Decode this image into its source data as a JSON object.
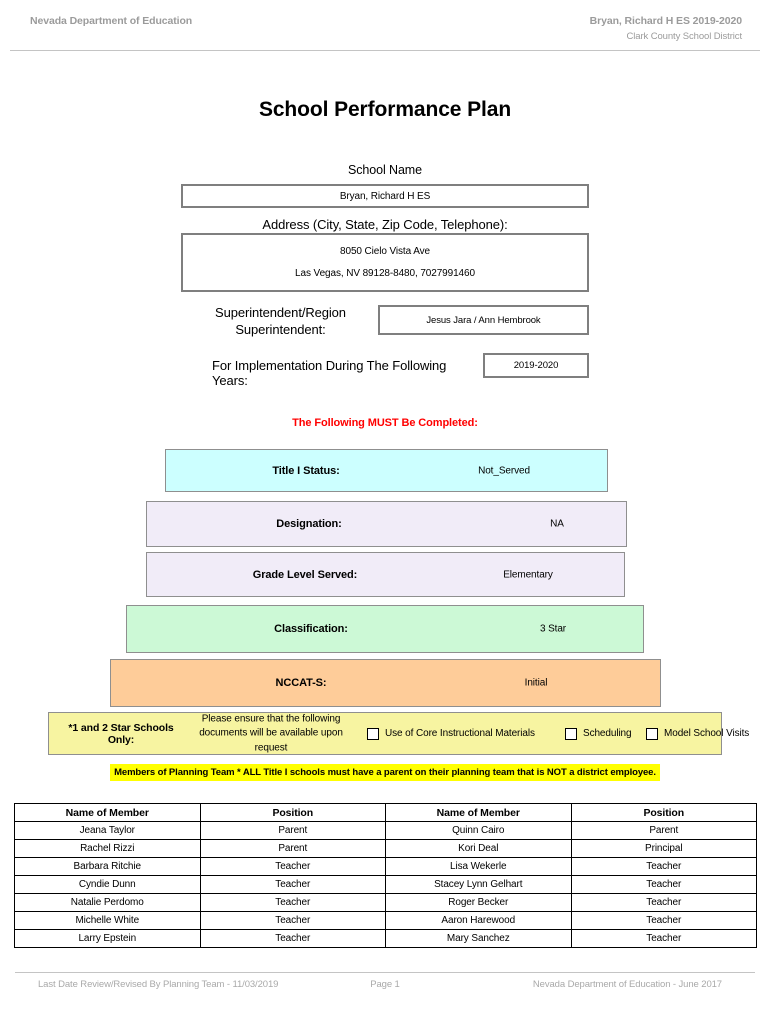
{
  "header": {
    "left": "Nevada Department of Education",
    "right_line1": "Bryan, Richard H ES  2019-2020",
    "right_line2": "Clark County School District"
  },
  "title": "School Performance Plan",
  "form": {
    "school_name_label": "School Name",
    "school_name_value": "Bryan, Richard H ES",
    "address_label": "Address (City, State, Zip Code, Telephone):",
    "address_line1": "8050 Cielo Vista Ave",
    "address_line2": "Las Vegas, NV  89128-8480, 7027991460",
    "superintendent_label": "Superintendent/Region Superintendent:",
    "superintendent_value": "Jesus Jara / Ann Hembrook",
    "implementation_label": "For Implementation During The Following Years:",
    "implementation_value": "2019-2020"
  },
  "must_complete_notice": "The Following MUST Be Completed:",
  "status_rows": [
    {
      "label": "Title I Status:",
      "value": "Not_Served",
      "color": "#ccffff"
    },
    {
      "label": "Designation:",
      "value": "NA",
      "color": "#f1ecf8"
    },
    {
      "label": "Grade Level Served:",
      "value": "Elementary",
      "color": "#f1ecf8"
    },
    {
      "label": "Classification:",
      "value": "3 Star",
      "color": "#ccf9d6"
    },
    {
      "label": "NCCAT-S:",
      "value": "Initial",
      "color": "#fecc99"
    }
  ],
  "star_schools_box": {
    "label": "*1 and 2 Star Schools Only:",
    "description_line1": "Please ensure that the following",
    "description_line2": "documents will be available upon request",
    "checkboxes": [
      {
        "label": "Use of Core Instructional Materials",
        "checked": false
      },
      {
        "label": "Scheduling",
        "checked": false
      },
      {
        "label": "Model School Visits",
        "checked": false
      }
    ]
  },
  "planning_team_notice": "Members of Planning Team * ALL Title I schools must have a parent on their planning team that is NOT a district employee.",
  "members_table": {
    "headers": [
      "Name of Member",
      "Position",
      "Name of Member",
      "Position"
    ],
    "rows": [
      [
        "Jeana Taylor",
        "Parent",
        "Quinn Cairo",
        "Parent"
      ],
      [
        "Rachel Rizzi",
        "Parent",
        "Kori Deal",
        "Principal"
      ],
      [
        "Barbara Ritchie",
        "Teacher",
        "Lisa Wekerle",
        "Teacher"
      ],
      [
        "Cyndie Dunn",
        "Teacher",
        "Stacey Lynn Gelhart",
        "Teacher"
      ],
      [
        "Natalie Perdomo",
        "Teacher",
        "Roger Becker",
        "Teacher"
      ],
      [
        "Michelle White",
        "Teacher",
        "Aaron Harewood",
        "Teacher"
      ],
      [
        "Larry Epstein",
        "Teacher",
        "Mary Sanchez",
        "Teacher"
      ]
    ]
  },
  "footer": {
    "left": "Last Date Review/Revised By Planning Team - 11/03/2019",
    "center": "Page 1",
    "right": "Nevada Department of Education - June 2017"
  },
  "colors": {
    "notice_red": "#ff0000",
    "highlight_yellow": "#ffff00",
    "star_box_yellow": "#f7f4a1",
    "header_gray": "#9b9b9b"
  }
}
